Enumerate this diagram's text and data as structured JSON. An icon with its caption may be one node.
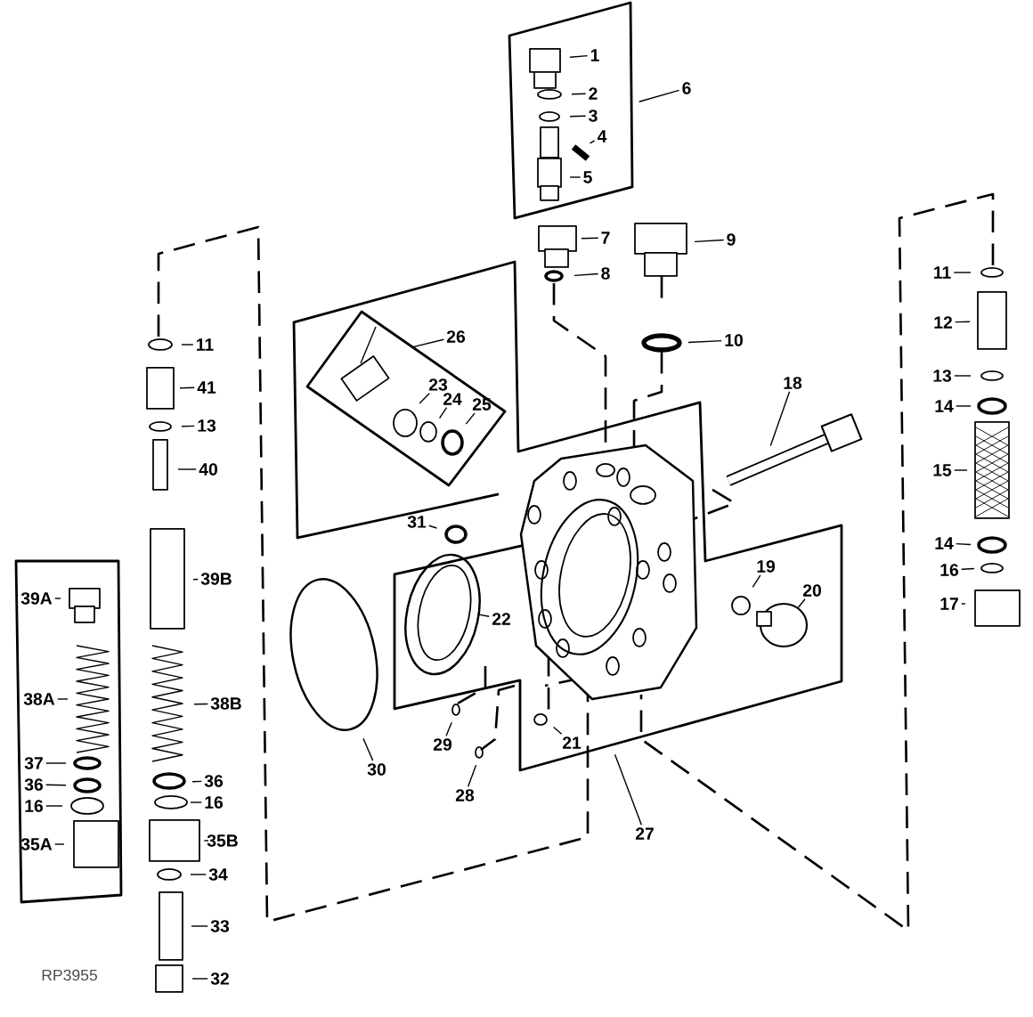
{
  "diagram": {
    "nodes": [
      {
        "text": [
          "1"
        ]
      },
      {
        "text": [
          "2"
        ]
      },
      {
        "text": [
          "3"
        ]
      },
      {
        "text": [
          "4"
        ]
      },
      {
        "text": [
          "5"
        ]
      },
      {
        "text": [
          "6"
        ]
      },
      {
        "text": [
          "7"
        ]
      },
      {
        "text": [
          "8"
        ]
      },
      {
        "text": [
          "9"
        ]
      },
      {
        "text": [
          "10"
        ]
      },
      {
        "text": [
          "11"
        ]
      },
      {
        "text": [
          "41"
        ]
      },
      {
        "text": [
          "13"
        ]
      },
      {
        "text": [
          "40"
        ]
      },
      {
        "text": [
          "39B"
        ]
      },
      {
        "text": [
          "38B"
        ]
      },
      {
        "text": [
          "36"
        ]
      },
      {
        "text": [
          "16"
        ]
      },
      {
        "text": [
          "35B"
        ]
      },
      {
        "text": [
          "34"
        ]
      },
      {
        "text": [
          "33"
        ]
      },
      {
        "text": [
          "32"
        ]
      },
      {
        "text": [
          "39A"
        ]
      },
      {
        "text": [
          "38A"
        ]
      },
      {
        "text": [
          "37"
        ]
      },
      {
        "text": [
          "36"
        ]
      },
      {
        "text": [
          "16"
        ]
      },
      {
        "text": [
          "35A"
        ]
      },
      {
        "text": [
          "11"
        ]
      },
      {
        "text": [
          "12"
        ]
      },
      {
        "text": [
          "13"
        ]
      },
      {
        "text": [
          "14"
        ]
      },
      {
        "text": [
          "15"
        ]
      },
      {
        "text": [
          "14"
        ]
      },
      {
        "text": [
          "16"
        ]
      },
      {
        "text": [
          "17"
        ]
      },
      {
        "text": [
          "18"
        ]
      },
      {
        "text": [
          "19"
        ]
      },
      {
        "text": [
          "20"
        ]
      },
      {
        "text": [
          "22"
        ]
      },
      {
        "text": [
          "23"
        ]
      },
      {
        "text": [
          "24"
        ]
      },
      {
        "text": [
          "25"
        ]
      },
      {
        "text": [
          "26"
        ]
      },
      {
        "text": [
          "31"
        ]
      },
      {
        "text": [
          "21"
        ]
      },
      {
        "text": [
          "29"
        ]
      },
      {
        "text": [
          "28"
        ]
      },
      {
        "text": [
          "30"
        ]
      },
      {
        "text": [
          "27"
        ]
      }
    ],
    "edges": [
      {
        "from": 0,
        "to": null,
        "arrow": "none"
      },
      {
        "from": 1,
        "to": null,
        "arrow": "none"
      },
      {
        "from": 2,
        "to": null,
        "arrow": "none"
      },
      {
        "from": 3,
        "to": null,
        "arrow": "none"
      },
      {
        "from": 4,
        "to": null,
        "arrow": "none"
      },
      {
        "from": 5,
        "to": null,
        "arrow": "none"
      },
      {
        "from": 6,
        "to": null,
        "arrow": "none"
      },
      {
        "from": 7,
        "to": null,
        "arrow": "none"
      },
      {
        "from": 8,
        "to": null,
        "arrow": "none"
      },
      {
        "from": 9,
        "to": null,
        "arrow": "none"
      },
      {
        "from": 10,
        "to": null,
        "arrow": "none"
      },
      {
        "from": 11,
        "to": null,
        "arrow": "none"
      },
      {
        "from": 12,
        "to": null,
        "arrow": "none"
      },
      {
        "from": 13,
        "to": null,
        "arrow": "none"
      },
      {
        "from": 14,
        "to": null,
        "arrow": "none"
      },
      {
        "from": 15,
        "to": null,
        "arrow": "none"
      },
      {
        "from": 16,
        "to": null,
        "arrow": "none"
      },
      {
        "from": 17,
        "to": null,
        "arrow": "none"
      },
      {
        "from": 18,
        "to": null,
        "arrow": "none"
      },
      {
        "from": 19,
        "to": null,
        "arrow": "none"
      },
      {
        "from": 20,
        "to": null,
        "arrow": "none"
      },
      {
        "from": 21,
        "to": null,
        "arrow": "none"
      },
      {
        "from": 22,
        "to": null,
        "arrow": "none"
      },
      {
        "from": 23,
        "to": null,
        "arrow": "none"
      },
      {
        "from": 24,
        "to": null,
        "arrow": "none"
      },
      {
        "from": 25,
        "to": null,
        "arrow": "none"
      },
      {
        "from": 26,
        "to": null,
        "arrow": "none"
      },
      {
        "from": 27,
        "to": null,
        "arrow": "none"
      },
      {
        "from": 28,
        "to": null,
        "arrow": "none"
      },
      {
        "from": 29,
        "to": null,
        "arrow": "none"
      },
      {
        "from": 30,
        "to": null,
        "arrow": "none"
      },
      {
        "from": 31,
        "to": null,
        "arrow": "none"
      },
      {
        "from": 32,
        "to": null,
        "arrow": "none"
      },
      {
        "from": 33,
        "to": null,
        "arrow": "none"
      },
      {
        "from": 34,
        "to": null,
        "arrow": "none"
      },
      {
        "from": 35,
        "to": null,
        "arrow": "none"
      },
      {
        "from": 36,
        "to": null,
        "arrow": "none"
      },
      {
        "from": 37,
        "to": null,
        "arrow": "none"
      },
      {
        "from": 38,
        "to": null,
        "arrow": "none"
      },
      {
        "from": 39,
        "to": null,
        "arrow": "none"
      },
      {
        "from": 40,
        "to": null,
        "arrow": "none"
      },
      {
        "from": 41,
        "to": null,
        "arrow": "none"
      },
      {
        "from": 42,
        "to": null,
        "arrow": "none"
      },
      {
        "from": 43,
        "to": null,
        "arrow": "none"
      },
      {
        "from": 44,
        "to": null,
        "arrow": "none"
      },
      {
        "from": 45,
        "to": null,
        "arrow": "none"
      },
      {
        "from": 46,
        "to": null,
        "arrow": "none"
      },
      {
        "from": 47,
        "to": null,
        "arrow": "none"
      },
      {
        "from": 48,
        "to": null,
        "arrow": "none"
      },
      {
        "from": 49,
        "to": null,
        "arrow": "none"
      }
    ],
    "labels": [
      "RP3955"
    ]
  }
}
